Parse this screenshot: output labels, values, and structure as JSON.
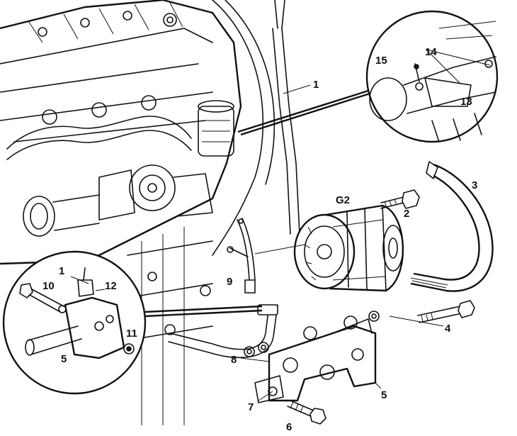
{
  "callouts": {
    "c1": "1",
    "c2": "2",
    "c3": "3",
    "c4": "4",
    "c5": "5",
    "c6": "6",
    "c7": "7",
    "c8": "8",
    "c9": "9",
    "c13": "13",
    "c14": "14",
    "c15": "15",
    "g2": "G2",
    "left_inset_1": "1",
    "left_inset_5": "5",
    "left_inset_10": "10",
    "left_inset_11": "11",
    "left_inset_12": "12"
  },
  "colors": {
    "ink": "#111111",
    "paper": "#ffffff"
  }
}
